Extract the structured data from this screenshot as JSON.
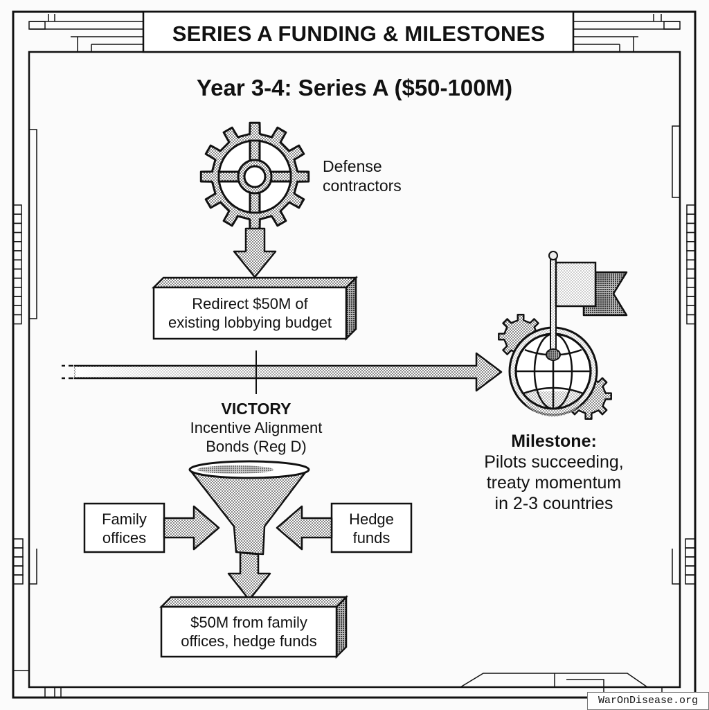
{
  "header": {
    "title": "SERIES A FUNDING & MILESTONES",
    "subtitle": "Year 3-4: Series A ($50-100M)"
  },
  "top_flow": {
    "source_icon": "gear-icon",
    "source_label_line1": "Defense",
    "source_label_line2": "contractors",
    "box_line1": "Redirect $50M of",
    "box_line2": "existing lobbying budget"
  },
  "timeline": {
    "arrow_icon": "timeline-arrow",
    "marker_label": "VICTORY",
    "marker_sub_line1": "Incentive Alignment",
    "marker_sub_line2": "Bonds (Reg D)"
  },
  "bottom_flow": {
    "funnel_icon": "funnel-icon",
    "left_source_line1": "Family",
    "left_source_line2": "offices",
    "right_source_line1": "Hedge",
    "right_source_line2": "funds",
    "box_line1": "$50M from family",
    "box_line2": "offices, hedge funds"
  },
  "milestone": {
    "icon": "globe-flag-icon",
    "heading": "Milestone:",
    "line1": "Pilots succeeding,",
    "line2": "treaty momentum",
    "line3": "in 2-3 countries"
  },
  "watermark": "WarOnDisease.org"
}
